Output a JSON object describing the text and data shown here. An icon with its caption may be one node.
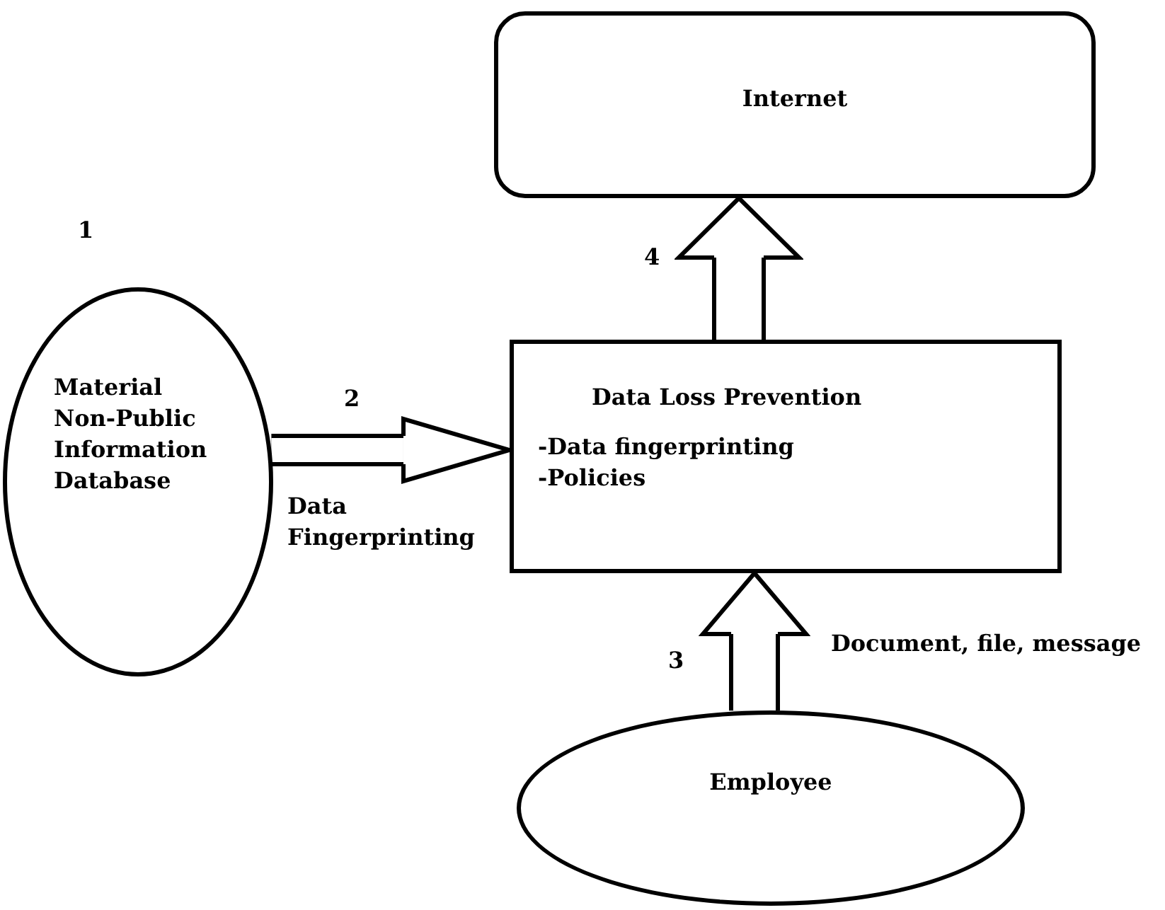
{
  "diagram": {
    "nodes": [
      {
        "text": [
          "Material Non-Public Information Database"
        ]
      },
      {
        "text": [
          "Internet"
        ]
      },
      {
        "text": [
          "Data Loss Prevention",
          "-Data fingerprinting",
          "-Policies"
        ]
      },
      {
        "text": [
          "Employee"
        ]
      }
    ],
    "edges": [
      {
        "from": 0,
        "to": 2,
        "arrow": "to",
        "label": "Data Fingerprinting"
      },
      {
        "from": 3,
        "to": 2,
        "arrow": "to",
        "label": "Document, file, message"
      },
      {
        "from": 2,
        "to": 1,
        "arrow": "to"
      }
    ],
    "labels": [
      "1",
      "2",
      "3",
      "4"
    ]
  }
}
